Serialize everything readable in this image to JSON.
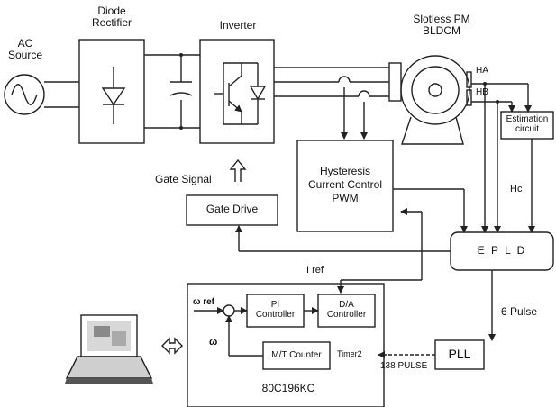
{
  "labels": {
    "ac_source": [
      "AC",
      "Source"
    ],
    "diode_rectifier": [
      "Diode",
      "Rectifier"
    ],
    "inverter": "Inverter",
    "motor": [
      "Slotless PM",
      "BLDCM"
    ],
    "hall_a": "HA",
    "hall_b": "HB",
    "hall_c": "Hc",
    "estimation": [
      "Estimation",
      "circuit"
    ],
    "gate_signal": "Gate Signal",
    "gate_drive": "Gate Drive",
    "hysteresis": [
      "Hysteresis",
      "Current Control",
      "PWM"
    ],
    "epld": "E P L D",
    "iref": "I ref",
    "omega_ref": "ω ref",
    "omega": "ω",
    "pi": [
      "PI",
      "Controller"
    ],
    "da": [
      "D/A",
      "Controller"
    ],
    "mt_counter": "M/T Counter",
    "timer2": "Timer2",
    "pulse138": "138 PULSE",
    "pll": "PLL",
    "six_pulse": "6 Pulse",
    "mcu": "80C196KC"
  }
}
